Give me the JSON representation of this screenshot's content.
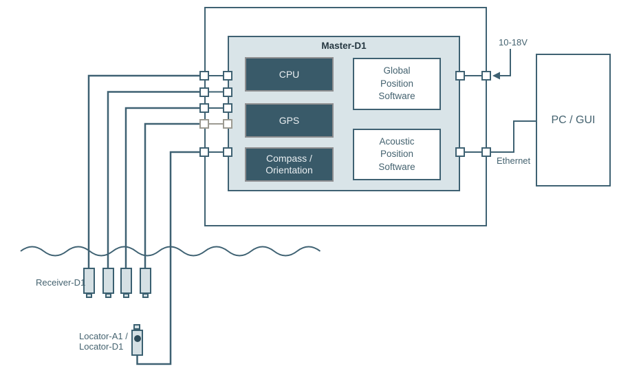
{
  "master": {
    "title": "Master-D1",
    "cpu": "CPU",
    "gps": "GPS",
    "compass": "Compass / Orientation",
    "global_software_lines": [
      "Global",
      "Position",
      "Software"
    ],
    "acoustic_software_lines": [
      "Acoustic",
      "Position",
      "Software"
    ]
  },
  "right_side": {
    "pc_label": "PC / GUI",
    "power_label": "10-18V",
    "ethernet_label": "Ethernet"
  },
  "underwater": {
    "receiver_label": "Receiver-D1",
    "locator_label_line1": "Locator-A1 /",
    "locator_label_line2": "Locator-D1"
  },
  "colors": {
    "wire": "#3e6172",
    "master_fill": "#d9e4e8",
    "block_fill": "#395a69",
    "block_border": "#8e8e90",
    "block_text": "#e9eef1",
    "device_fill": "#d5e0e4",
    "label_text": "#44626f",
    "title_text": "#253741",
    "unused_port_border": "#9c9a91",
    "locator_dot": "#2d4b59"
  }
}
